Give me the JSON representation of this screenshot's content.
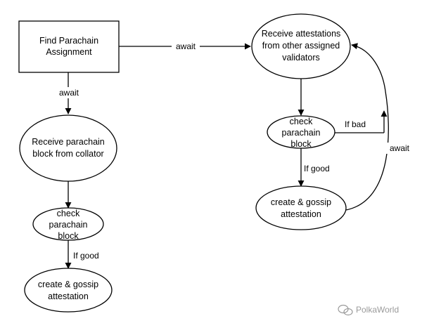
{
  "nodes": {
    "find_assignment": [
      "Find Parachain",
      "Assignment"
    ],
    "receive_block": [
      "Receive parachain",
      "block from collator"
    ],
    "check_block_left": [
      "check",
      "parachain",
      "block"
    ],
    "create_gossip_left": [
      "create & gossip",
      "attestation"
    ],
    "receive_attestations": [
      "Receive attestations",
      "from other assigned",
      "validators"
    ],
    "check_block_right": [
      "check",
      "parachain",
      "block"
    ],
    "create_gossip_right": [
      "create & gossip",
      "attestation"
    ]
  },
  "edges": {
    "await_top": "await",
    "await_left": "await",
    "if_good_left": "If good",
    "if_bad_right": "If bad",
    "if_good_right": "If good",
    "await_right": "await"
  },
  "watermark": {
    "text": "PolkaWorld",
    "icon": "wechat-icon"
  },
  "colors": {
    "stroke": "#000000",
    "background": "#ffffff",
    "watermark": "#9a9a9a"
  }
}
